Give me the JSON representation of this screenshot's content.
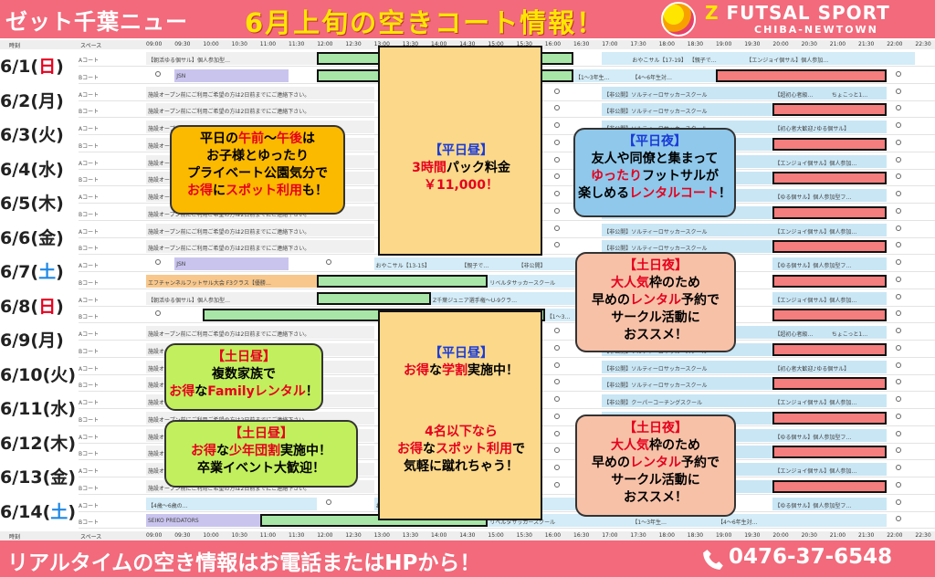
{
  "header": {
    "title": "ゼット千葉ニュー",
    "headline": "6月上旬の空きコート情報！",
    "brand": "FUTSAL SPORT",
    "brand_sub": "CHIBA-NEWTOWN"
  },
  "footer": {
    "text": "リアルタイムの空き情報はお電話またはHPから！",
    "phone": "0476-37-6548"
  },
  "time_header": {
    "labels": [
      "時刻",
      "スペース",
      "09:00",
      "09:30",
      "10:00",
      "10:30",
      "11:00",
      "11:30",
      "12:00",
      "12:30",
      "13:00",
      "13:30",
      "14:00",
      "14:30",
      "15:00",
      "15:30",
      "16:00",
      "16:30",
      "17:00",
      "17:30",
      "18:00",
      "18:30",
      "19:00",
      "19:30",
      "20:00",
      "20:30",
      "21:00",
      "21:30",
      "22:00",
      "22:30"
    ]
  },
  "days": [
    {
      "date": "6/1(",
      "wd": "日",
      "end": ")",
      "color": "red"
    },
    {
      "date": "6/2(",
      "wd": "月",
      "end": ")",
      "color": "black"
    },
    {
      "date": "6/3(",
      "wd": "火",
      "end": ")",
      "color": "black"
    },
    {
      "date": "6/4(",
      "wd": "水",
      "end": ")",
      "color": "black"
    },
    {
      "date": "6/5(",
      "wd": "木",
      "end": ")",
      "color": "black"
    },
    {
      "date": "6/6(",
      "wd": "金",
      "end": ")",
      "color": "black"
    },
    {
      "date": "6/7(",
      "wd": "土",
      "end": ")",
      "color": "blue"
    },
    {
      "date": "6/8(",
      "wd": "日",
      "end": ")",
      "color": "red"
    },
    {
      "date": "6/9(",
      "wd": "月",
      "end": ")",
      "color": "black"
    },
    {
      "date": "6/10(",
      "wd": "火",
      "end": ")",
      "color": "black"
    },
    {
      "date": "6/11(",
      "wd": "水",
      "end": ")",
      "color": "black"
    },
    {
      "date": "6/12(",
      "wd": "木",
      "end": ")",
      "color": "black"
    },
    {
      "date": "6/13(",
      "wd": "金",
      "end": ")",
      "color": "black"
    },
    {
      "date": "6/14(",
      "wd": "土",
      "end": ")",
      "color": "blue"
    }
  ],
  "court_labels": [
    "Aコート",
    "Bコート"
  ],
  "events": {
    "asa": "【朝活ゆる個サル】個人参加型…",
    "jsn": "JSN",
    "jr1": "【1〜3年生…",
    "jr2": "【4〜6年生対…",
    "oyako": "おやこサル【17-19】",
    "oyako2": "【親子で…",
    "enjoy": "【エンジョイ個サル】個人参加…",
    "preopen": "施設オープン前にご利用ご希望の方は2日前までにご連絡下さい。",
    "soltirio": "【非公開】ソルティーロサッカースクール",
    "shoshin": "【超初心者級…",
    "chokotto": "ちょこっと1…",
    "beginner": "【初心者大歓迎♪ゆる個サル】",
    "yuru": "【ゆる個サル】個人参加型フ…",
    "ef": "エフチャンネルフットサル大会 F3クラス【優勝…",
    "oyako3": "おやこサル【13-15】",
    "riberta": "リベルタサッカースクール",
    "zjr": "Z千葉ジュニア選手権〜U-9クラ…",
    "cooper": "【非公開】クーパーコーチングスクール",
    "jr4": "【4歳〜6歳の…",
    "seiko": "SEIKO PREDATORS",
    "hikokai": "【非公開】",
    "jrshort": "【1〜3…",
    "circle": "○"
  },
  "callouts": {
    "wd_morning": {
      "l1a": "平日の",
      "l1b": "午前",
      "l1c": "〜",
      "l1d": "午後",
      "l1e": "は",
      "l2": "お子様とゆったり",
      "l3": "プライベート公園気分で",
      "l4a": "お得",
      "l4b": "に",
      "l4c": "スポット利用",
      "l4d": "も！"
    },
    "wd_day": {
      "l1": "【平日昼】",
      "l2a": "3時間",
      "l2b": "パック料金",
      "l3": "￥11,000！"
    },
    "wd_night": {
      "l1": "【平日夜】",
      "l2": "友人や同僚と集まって",
      "l3a": "ゆったり",
      "l3b": "フットサルが",
      "l4a": "楽しめる",
      "l4b": "レンタルコート",
      "l4c": "！"
    },
    "we_night1": {
      "l1": "【土日夜】",
      "l2a": "大人気",
      "l2b": "枠のため",
      "l3a": "早めの",
      "l3b": "レンタル",
      "l3c": "予約で",
      "l4": "サークル活動に",
      "l5": "おススメ！"
    },
    "wd_day2": {
      "l1": "【平日昼】",
      "l2a": "お得",
      "l2b": "な",
      "l2c": "学割",
      "l2d": "実施中！"
    },
    "we_day1": {
      "l1": "【土日昼】",
      "l2": "複数家族で",
      "l3a": "お得",
      "l3b": "な",
      "l3c": "Familyレンタル",
      "l3d": "！"
    },
    "we_day2": {
      "l1": "【土日昼】",
      "l2a": "お得",
      "l2b": "な",
      "l2c": "少年団割",
      "l2d": "実施中！",
      "l3": "卒業イベント大歓迎！"
    },
    "wd_day3": {
      "l1": "4名以下なら",
      "l2a": "お得",
      "l2b": "な",
      "l2c": "スポット利用",
      "l2d": "で",
      "l3": "気軽に蹴れちゃう！"
    },
    "we_night2": {
      "l1": "【土日夜】",
      "l2a": "大人気",
      "l2b": "枠のため",
      "l3a": "早めの",
      "l3b": "レンタル",
      "l3c": "予約で",
      "l4": "サークル活動に",
      "l5": "おススメ！"
    }
  }
}
